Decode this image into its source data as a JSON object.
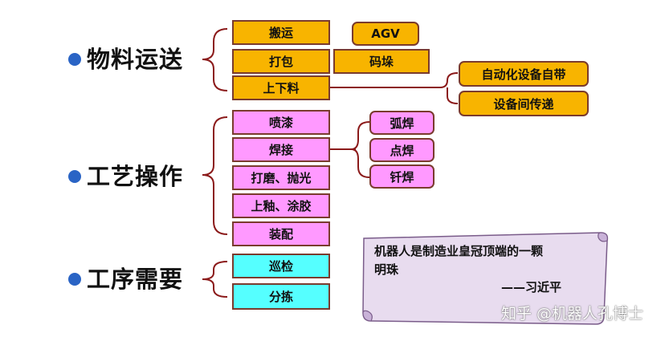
{
  "categories": [
    {
      "label": "物料运送"
    },
    {
      "label": "工艺操作"
    },
    {
      "label": "工序需要"
    }
  ],
  "material_transport": {
    "items": [
      "搬运",
      "打包",
      "上下料"
    ],
    "sub_right": [
      "AGV",
      "码垛"
    ],
    "loading_subs": [
      "自动化设备自带",
      "设备间传递"
    ]
  },
  "process_operation": {
    "items": [
      "喷漆",
      "焊接",
      "打磨、抛光",
      "上釉、涂胶",
      "装配"
    ],
    "welding_subs": [
      "弧焊",
      "点焊",
      "钎焊"
    ]
  },
  "process_need": {
    "items": [
      "巡检",
      "分拣"
    ]
  },
  "quote": {
    "line1": "机器人是制造业皇冠顶端的一颗",
    "line2": "明珠",
    "attribution": "——习近平"
  },
  "watermark": "知乎 @机器人孔博士",
  "colors": {
    "bullet": "#2a64c5",
    "orange_box": "#f8b400",
    "pink_box": "#ff99ff",
    "cyan_box": "#55ffff",
    "connector": "#8b1a1a",
    "scroll_fill": "#e8dcef",
    "scroll_border": "#7a5c8a"
  }
}
